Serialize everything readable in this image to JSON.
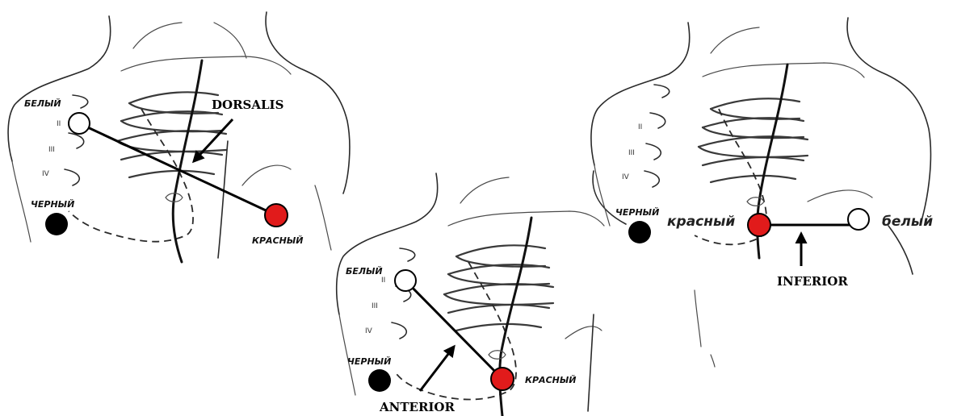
{
  "panels": [
    {
      "title": "DORSALIS",
      "electrodes": {
        "white": "БЕЛЫЙ",
        "red": "КРАСНЫЙ",
        "black": "ЧЕРНЫЙ"
      },
      "ribs": [
        "II",
        "III",
        "IV"
      ]
    },
    {
      "title": "ANTERIOR",
      "electrodes": {
        "white": "БЕЛЫЙ",
        "red": "КРАСНЫЙ",
        "black": "ЧЕРНЫЙ"
      },
      "ribs": [
        "II",
        "III",
        "IV"
      ]
    },
    {
      "title": "INFERIOR",
      "electrodes": {
        "white": "белый",
        "red": "красный",
        "black": "ЧЕРНЫЙ"
      },
      "ribs": [
        "II",
        "III",
        "IV"
      ]
    }
  ],
  "colors": {
    "red_electrode": "#e11b1b",
    "black_electrode": "#000000",
    "white_electrode": "#ffffff",
    "line": "#000000"
  }
}
